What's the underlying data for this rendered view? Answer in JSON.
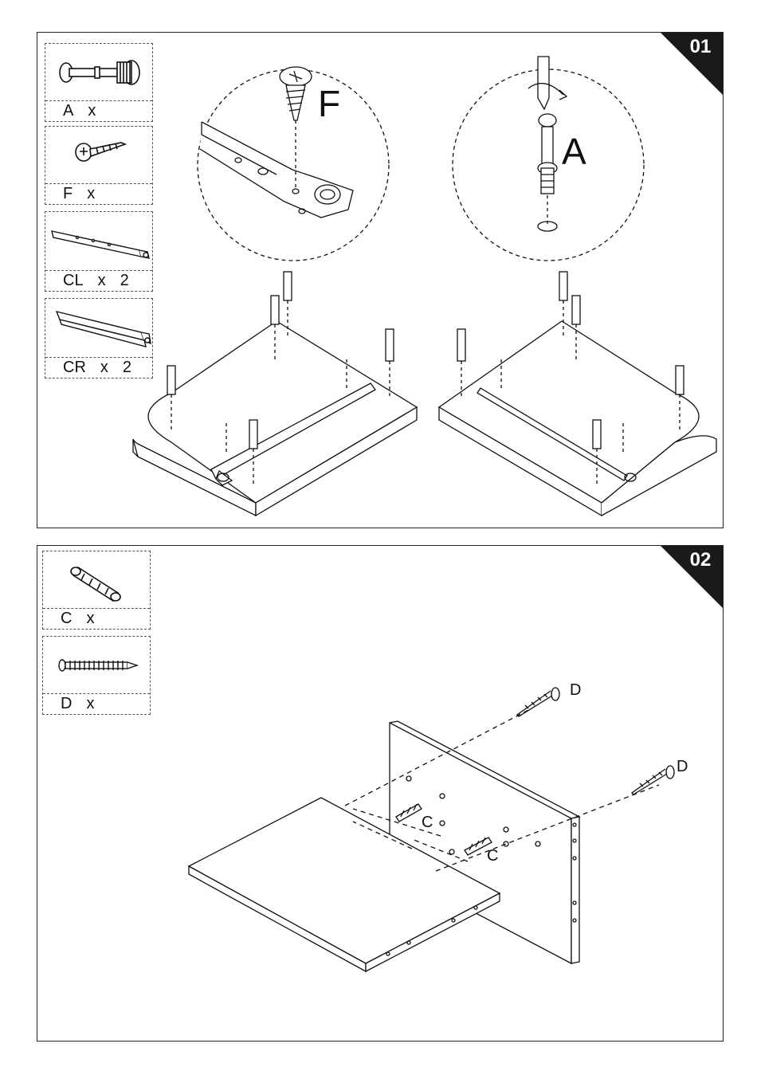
{
  "step1": {
    "number": "01",
    "parts": [
      {
        "letter": "A",
        "x": "x",
        "qty": "",
        "icon": "cam-bolt-icon"
      },
      {
        "letter": "F",
        "x": "x",
        "qty": "",
        "icon": "wood-screw-icon"
      },
      {
        "letter": "CL",
        "x": "x",
        "qty": "2",
        "icon": "left-drawer-runner-icon"
      },
      {
        "letter": "CR",
        "x": "x",
        "qty": "2",
        "icon": "right-drawer-runner-icon"
      }
    ],
    "callout_f": "F",
    "callout_a": "A"
  },
  "step2": {
    "number": "02",
    "parts": [
      {
        "letter": "C",
        "x": "x",
        "qty": "",
        "icon": "wood-dowel-icon"
      },
      {
        "letter": "D",
        "x": "x",
        "qty": "",
        "icon": "long-screw-icon"
      }
    ],
    "label_d1": "D",
    "label_d2": "D",
    "label_c1": "C",
    "label_c2": "C"
  },
  "colors": {
    "ink": "#111111",
    "badge": "#1a1a1a"
  }
}
